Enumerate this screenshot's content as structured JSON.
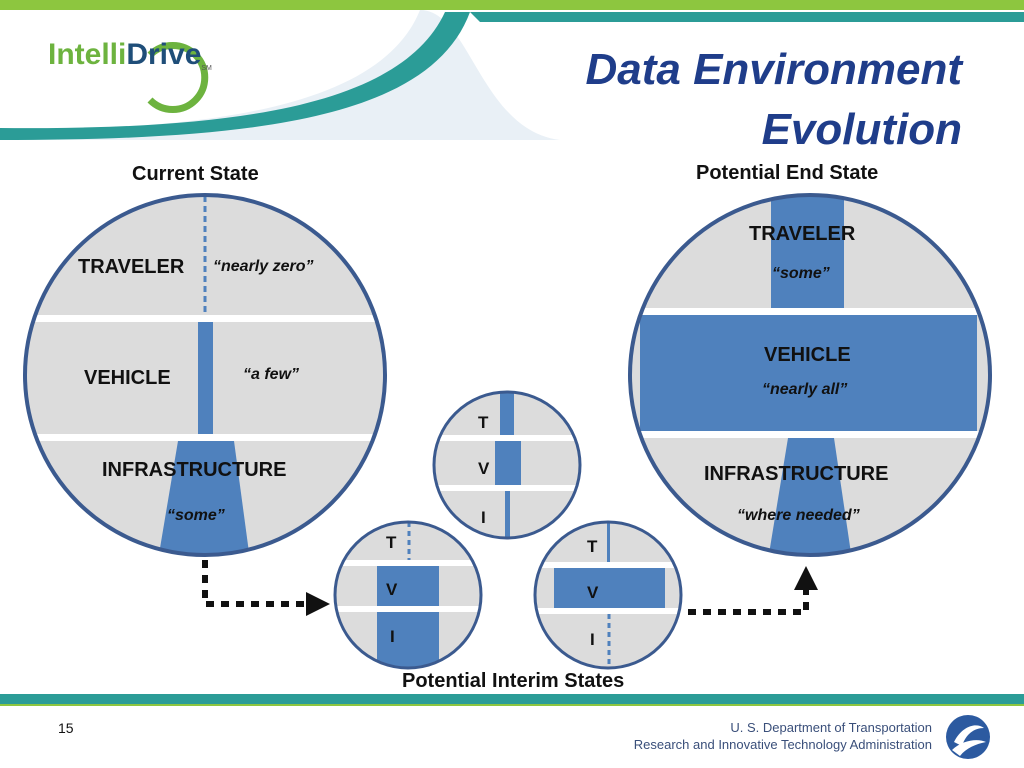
{
  "logo": {
    "part1": "Intelli",
    "part2": "Drive",
    "mark": "SM"
  },
  "title": {
    "line1": "Data Environment",
    "line2": "Evolution"
  },
  "headings": {
    "current": "Current State",
    "end": "Potential End State",
    "interim": "Potential Interim States"
  },
  "current": {
    "traveler": "TRAVELER",
    "traveler_share": "“nearly zero”",
    "vehicle": "VEHICLE",
    "vehicle_share": "“a few”",
    "infrastructure": "INFRASTRUCTURE",
    "infrastructure_share": "“some”"
  },
  "end": {
    "traveler": "TRAVELER",
    "traveler_share": "“some”",
    "vehicle": "VEHICLE",
    "vehicle_share": "“nearly all”",
    "infrastructure": "INFRASTRUCTURE",
    "infrastructure_share": "“where needed”"
  },
  "interim": {
    "mid": {
      "t": "T",
      "v": "V",
      "i": "I"
    },
    "left": {
      "t": "T",
      "v": "V",
      "i": "I"
    },
    "right": {
      "t": "T",
      "v": "V",
      "i": "I"
    }
  },
  "footer": {
    "page": "15",
    "dept": "U. S. Department of Transportation",
    "agency": "Research and Innovative Technology Administration"
  },
  "colors": {
    "accent_blue": "#4f81bd",
    "circle_fill": "#dcdcdc",
    "circle_border": "#3b5a8f",
    "title": "#1f3d8a",
    "green": "#6db33f",
    "teal": "#2b9c97"
  }
}
